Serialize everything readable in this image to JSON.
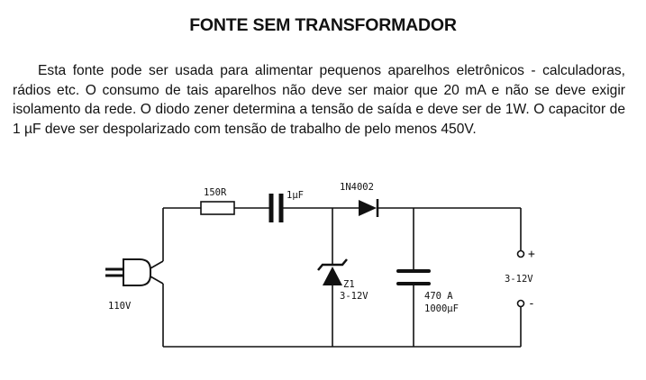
{
  "document": {
    "title": "FONTE SEM TRANSFORMADOR",
    "paragraph": "Esta fonte pode ser usada para alimentar pequenos aparelhos eletrônicos - calculadoras, rádios etc. O consumo de tais aparelhos não deve ser maior que 20 mA e não se deve exigir isolamento da rede. O diodo zener determina a tensão de saída e deve ser de 1W. O capacitor de 1 µF deve ser despolarizado com tensão de trabalho de pelo menos 450V."
  },
  "circuit": {
    "resistor_label": "150R",
    "capacitor_label": "1µF",
    "diode_label": "1N4002",
    "zener_name": "Z1",
    "zener_value": "3-12V",
    "filter_cap_voltage": "470 A",
    "filter_cap_value": "1000µF",
    "input_label": "110V",
    "output_label": "3-12V",
    "plus_label": "+",
    "minus_label": "-"
  }
}
